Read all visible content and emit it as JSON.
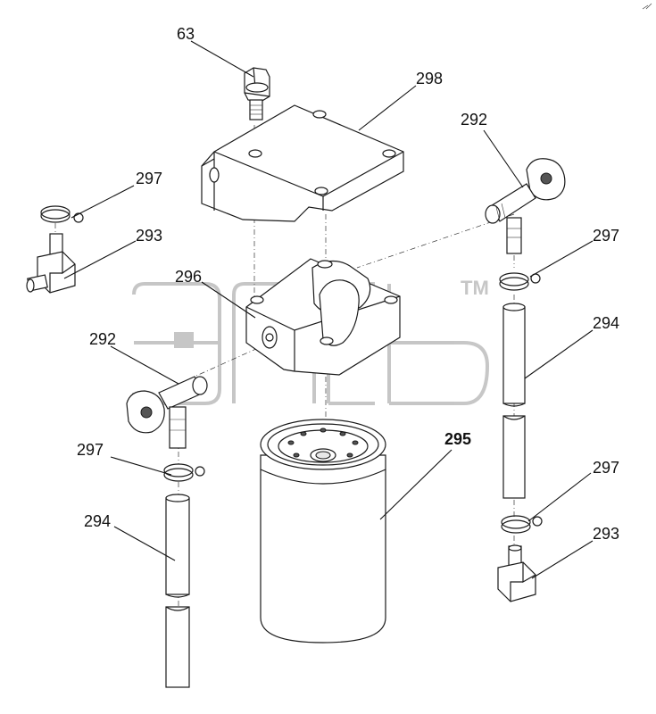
{
  "watermark": {
    "brand_mark": "ЭПСЭ",
    "tm": "TM"
  },
  "callouts": [
    {
      "id": "c63",
      "label": "63"
    },
    {
      "id": "c298",
      "label": "298"
    },
    {
      "id": "c292a",
      "label": "292"
    },
    {
      "id": "c297a",
      "label": "297"
    },
    {
      "id": "c293a",
      "label": "293"
    },
    {
      "id": "c296",
      "label": "296"
    },
    {
      "id": "c297b",
      "label": "297"
    },
    {
      "id": "c294a",
      "label": "294"
    },
    {
      "id": "c292b",
      "label": "292"
    },
    {
      "id": "c297c",
      "label": "297"
    },
    {
      "id": "c294b",
      "label": "294"
    },
    {
      "id": "c295",
      "label": "295"
    },
    {
      "id": "c297d",
      "label": "297"
    },
    {
      "id": "c293b",
      "label": "293"
    }
  ]
}
